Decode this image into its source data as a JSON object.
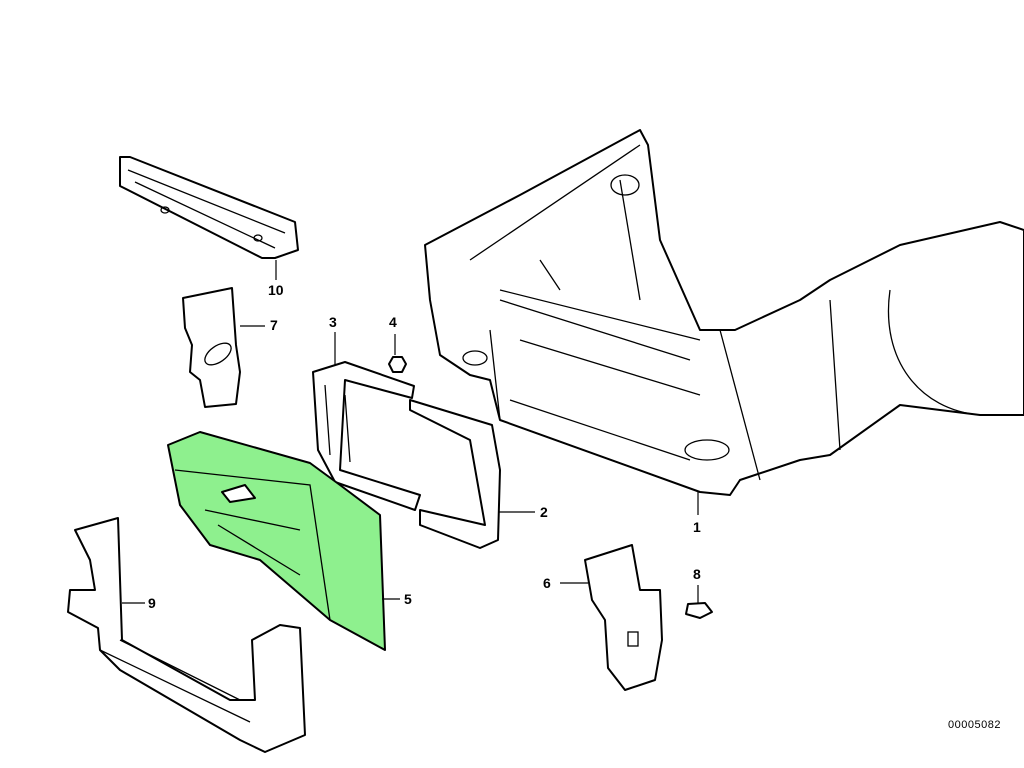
{
  "diagram": {
    "document_number": "00005082",
    "highlight_color": "#8ef08e",
    "callouts": [
      "1",
      "2",
      "3",
      "4",
      "5",
      "6",
      "7",
      "8",
      "9",
      "10"
    ]
  }
}
